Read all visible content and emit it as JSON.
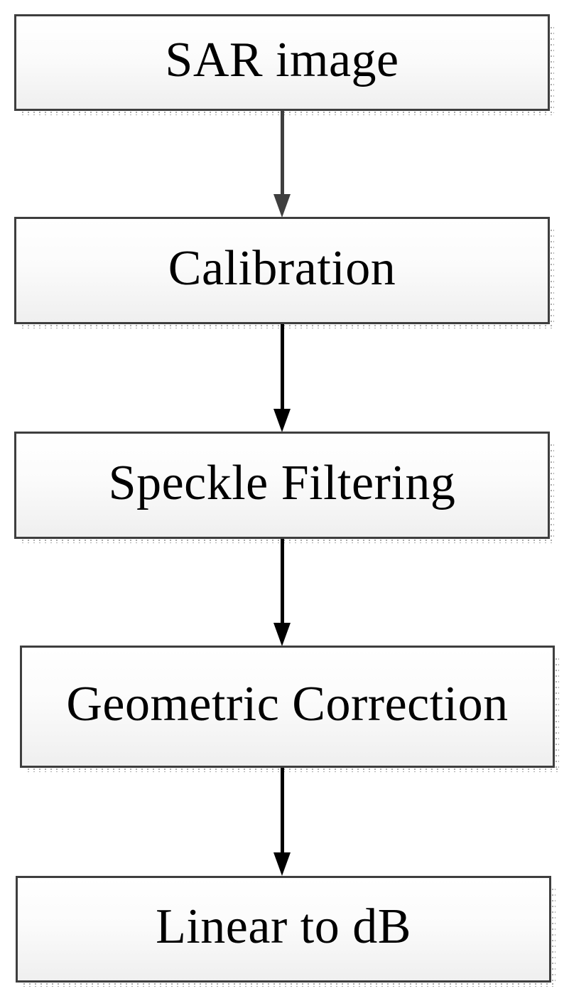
{
  "diagram": {
    "type": "flowchart",
    "orientation": "vertical",
    "nodes": [
      {
        "id": "sar-image",
        "label": "SAR image"
      },
      {
        "id": "calibration",
        "label": "Calibration"
      },
      {
        "id": "speckle-filtering",
        "label": "Speckle Filtering"
      },
      {
        "id": "geometric-correction",
        "label": "Geometric Correction"
      },
      {
        "id": "linear-to-db",
        "label": "Linear to dB"
      }
    ],
    "edges": [
      {
        "from": "SAR image",
        "to": "Calibration"
      },
      {
        "from": "Calibration",
        "to": "Speckle Filtering"
      },
      {
        "from": "Speckle Filtering",
        "to": "Geometric Correction"
      },
      {
        "from": "Geometric Correction",
        "to": "Linear to dB"
      }
    ]
  },
  "colors": {
    "box_border": "#3e3e3e",
    "box_fill_top": "#ffffff",
    "box_fill_bottom": "#efefef",
    "text": "#000000",
    "shadow_dots": "#a8a8a8",
    "arrow_first": "#3f3f3f",
    "arrow_rest": "#000000"
  }
}
